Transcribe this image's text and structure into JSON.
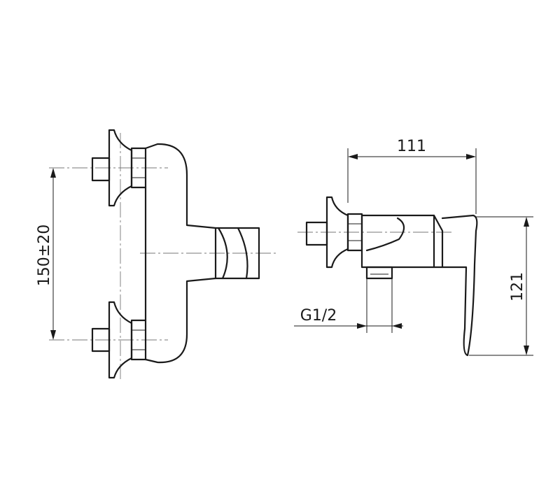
{
  "dimensions": {
    "width_label": "111",
    "height_label": "121",
    "spacing_label": "150±20",
    "thread_label": "G1/2"
  },
  "colors": {
    "line": "#1a1a1a",
    "centerline": "#777777",
    "background": "#ffffff"
  }
}
